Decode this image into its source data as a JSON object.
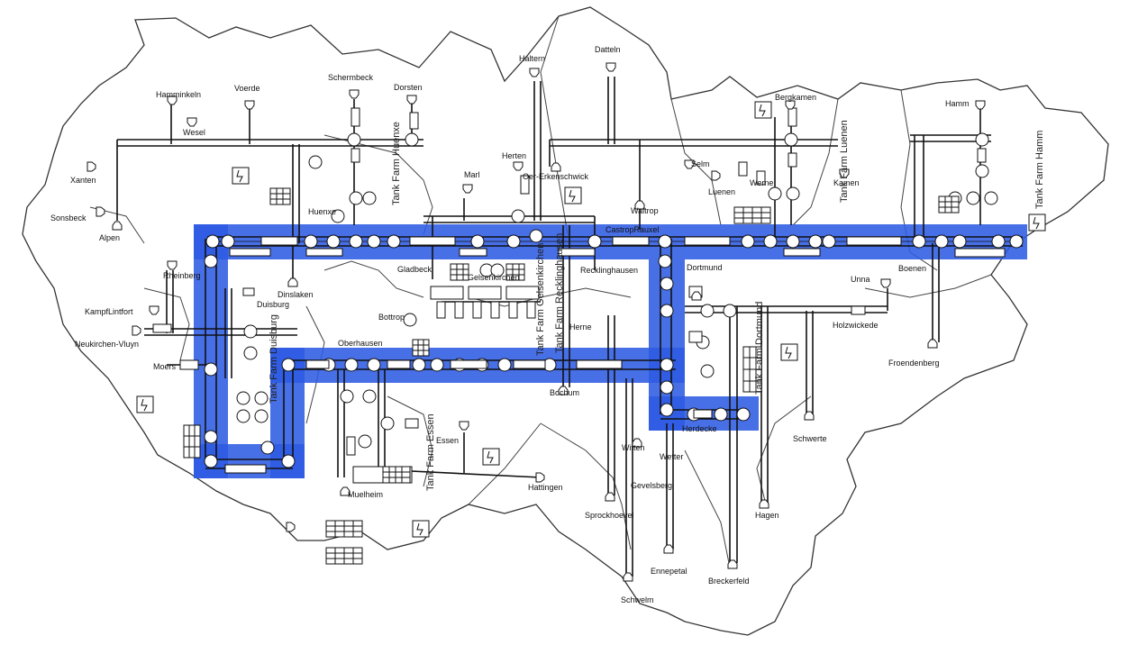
{
  "colors": {
    "highlight": "#2d5be3",
    "pipe": "#111111",
    "region": "#333333",
    "background": "#ffffff"
  },
  "icons": {
    "lightning": "lightning-icon",
    "tank": "tank-icon",
    "valve": "valve-icon",
    "grid_node": "grid-node-icon"
  },
  "cities": [
    {
      "id": "hamminkeln",
      "label": "Hamminkeln"
    },
    {
      "id": "voerde",
      "label": "Voerde"
    },
    {
      "id": "schermbeck",
      "label": "Schermbeck"
    },
    {
      "id": "dorsten",
      "label": "Dorsten"
    },
    {
      "id": "wesel",
      "label": "Wesel"
    },
    {
      "id": "xanten",
      "label": "Xanten"
    },
    {
      "id": "sonsbeck",
      "label": "Sonsbeck"
    },
    {
      "id": "alpen",
      "label": "Alpen"
    },
    {
      "id": "huenxe",
      "label": "Huenxe"
    },
    {
      "id": "haltern",
      "label": "Haltern"
    },
    {
      "id": "datteln",
      "label": "Datteln"
    },
    {
      "id": "herten",
      "label": "Herten"
    },
    {
      "id": "oer_erkenschwick",
      "label": "Oer-Erkenschwick"
    },
    {
      "id": "marl",
      "label": "Marl"
    },
    {
      "id": "waltrop",
      "label": "Waltrop"
    },
    {
      "id": "castrop",
      "label": "CastropRauxel"
    },
    {
      "id": "selm",
      "label": "Selm"
    },
    {
      "id": "luenen",
      "label": "Luenen"
    },
    {
      "id": "werne",
      "label": "Werne"
    },
    {
      "id": "bergkamen",
      "label": "Bergkamen"
    },
    {
      "id": "kamen",
      "label": "Kamen"
    },
    {
      "id": "hamm",
      "label": "Hamm"
    },
    {
      "id": "boenen",
      "label": "Boenen"
    },
    {
      "id": "unna",
      "label": "Unna"
    },
    {
      "id": "holzwickede",
      "label": "Holzwickede"
    },
    {
      "id": "froendenberg",
      "label": "Froendenberg"
    },
    {
      "id": "dortmund",
      "label": "Dortmund"
    },
    {
      "id": "recklinghausen",
      "label": "Recklinghausen"
    },
    {
      "id": "gladbeck",
      "label": "Gladbeck"
    },
    {
      "id": "gelsenkirchen",
      "label": "Gelsenkirchen"
    },
    {
      "id": "bottrop",
      "label": "Bottrop"
    },
    {
      "id": "dinslaken",
      "label": "Dinslaken"
    },
    {
      "id": "rheinberg",
      "label": "Rheinberg"
    },
    {
      "id": "kamplintfort",
      "label": "KampfLintfort"
    },
    {
      "id": "neukirchen",
      "label": "Neukirchen-Vluyn"
    },
    {
      "id": "moers",
      "label": "Moers"
    },
    {
      "id": "duisburg",
      "label": "Duisburg"
    },
    {
      "id": "oberhausen",
      "label": "Oberhausen"
    },
    {
      "id": "herne",
      "label": "Herne"
    },
    {
      "id": "bochum",
      "label": "Bochum"
    },
    {
      "id": "muelheim",
      "label": "Muelheim"
    },
    {
      "id": "essen",
      "label": "Essen"
    },
    {
      "id": "hattingen",
      "label": "Hattingen"
    },
    {
      "id": "witten",
      "label": "Witten"
    },
    {
      "id": "wetter",
      "label": "Wetter"
    },
    {
      "id": "herdecke",
      "label": "Herdecke"
    },
    {
      "id": "gevelsberg",
      "label": "Gevelsberg"
    },
    {
      "id": "sprockhoevel",
      "label": "Sprockhoevel"
    },
    {
      "id": "ennepetal",
      "label": "Ennepetal"
    },
    {
      "id": "schwelm",
      "label": "Schwelm"
    },
    {
      "id": "breckerfeld",
      "label": "Breckerfeld"
    },
    {
      "id": "hagen",
      "label": "Hagen"
    },
    {
      "id": "schwerte",
      "label": "Schwerte"
    }
  ],
  "tank_farms": [
    {
      "id": "tf_huenxe",
      "label": "Tank Farm Huenxe"
    },
    {
      "id": "tf_luenen",
      "label": "Tank Farm Luenen"
    },
    {
      "id": "tf_hamm",
      "label": "Tank Farm Hamm"
    },
    {
      "id": "tf_gelsenkirchen",
      "label": "Tank Farm Gelsenkirchen"
    },
    {
      "id": "tf_recklinghausen",
      "label": "Tank Farm Recklinghausen"
    },
    {
      "id": "tf_duisburg",
      "label": "Tank Farm Duisburg"
    },
    {
      "id": "tf_dortmund",
      "label": "Tank Farm Dortmund"
    },
    {
      "id": "tf_essen",
      "label": "Tank Farm Essen"
    }
  ]
}
